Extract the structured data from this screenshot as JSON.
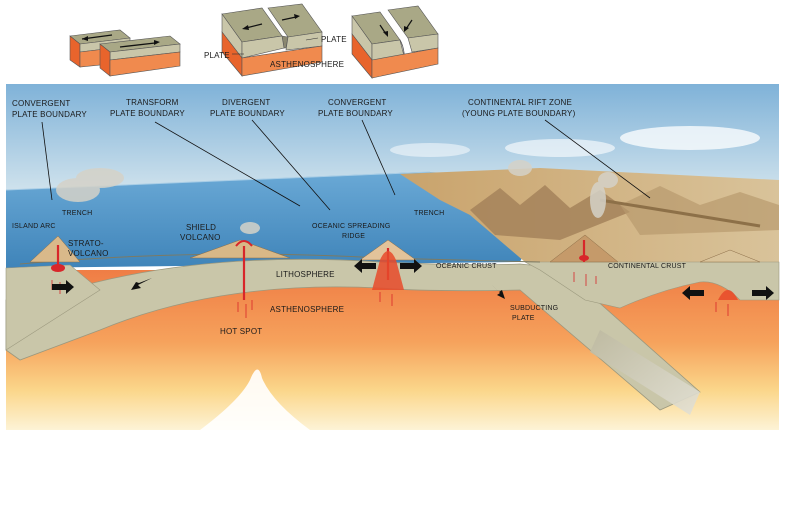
{
  "insets": {
    "plate_left": "PLATE",
    "plate_right": "PLATE",
    "asthenosphere": "ASTHENOSPHERE"
  },
  "labels": {
    "convergent_left_1": "CONVERGENT",
    "convergent_left_2": "PLATE BOUNDARY",
    "transform_1": "TRANSFORM",
    "transform_2": "PLATE BOUNDARY",
    "divergent_1": "DIVERGENT",
    "divergent_2": "PLATE BOUNDARY",
    "convergent_right_1": "CONVERGENT",
    "convergent_right_2": "PLATE BOUNDARY",
    "rift_1": "CONTINENTAL RIFT ZONE",
    "rift_2": "(YOUNG PLATE BOUNDARY)",
    "trench_left": "TRENCH",
    "island_arc": "ISLAND ARC",
    "strato_1": "STRATO-",
    "strato_2": "VOLCANO",
    "shield_1": "SHIELD",
    "shield_2": "VOLCANO",
    "ridge_1": "OCEANIC SPREADING",
    "ridge_2": "RIDGE",
    "trench_right": "TRENCH",
    "lithosphere": "LITHOSPHERE",
    "oceanic_crust": "OCEANIC CRUST",
    "continental_crust": "CONTINENTAL CRUST",
    "asthenosphere": "ASTHENOSPHERE",
    "hot_spot": "HOT SPOT",
    "subducting_1": "SUBDUCTING",
    "subducting_2": "PLATE"
  },
  "colors": {
    "sky": "#bcd6e8",
    "ocean": "#4f93c4",
    "lithosphere": "#c9c6a9",
    "asthenosphere": "#f08a4e",
    "mantle_light": "#fbe3a0",
    "magma": "#d8262a"
  }
}
